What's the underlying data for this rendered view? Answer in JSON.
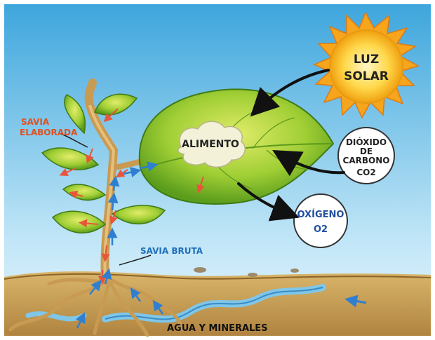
{
  "labels": {
    "sun_line1": "LUZ",
    "sun_line2": "SOLAR",
    "food": "ALIMENTO",
    "co2_line1": "DIÓXIDO",
    "co2_line2": "DE",
    "co2_line3": "CARBONO",
    "co2_line4": "CO2",
    "o2_line1": "OXÍGENO",
    "o2_line2": "O2",
    "savia_elaborada_line1": "SAVIA",
    "savia_elaborada_line2": "ELABORADA",
    "savia_bruta": "SAVIA BRUTA",
    "agua_minerales": "AGUA Y MINERALES"
  },
  "colors": {
    "sky_top": "#3ea6dc",
    "sky_bottom": "#d9f0fb",
    "soil": "#c9a35c",
    "soil_dark": "#a07a3c",
    "leaf": "#7fbf2a",
    "leaf_light": "#d8e85a",
    "sun": "#f5b81a",
    "sun_center": "#fff3b0",
    "savia_elaborada_arrow": "#e8553a",
    "savia_bruta_arrow": "#2f7fd0",
    "label_orange": "#e0501e",
    "label_blue": "#1f6fb8"
  }
}
